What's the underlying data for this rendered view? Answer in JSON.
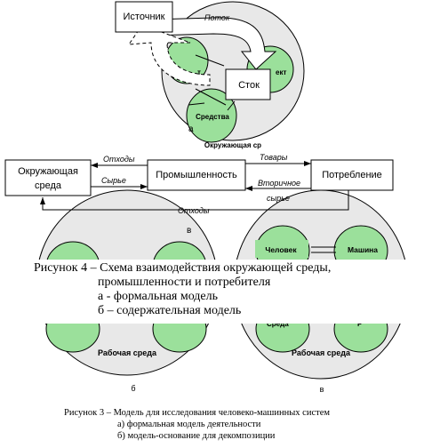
{
  "top_diagram": {
    "source": "Источник",
    "flow": "Поток",
    "object_partial": "ект",
    "object_partial_left": "т",
    "sink": "Сток",
    "means": "Средства",
    "label_a": "а",
    "env_partial": "Окружающая ср"
  },
  "main_diagram": {
    "environment": "Окружающая\nсреда",
    "environment_line1": "Окружающая",
    "environment_line2": "среда",
    "industry": "Промышленность",
    "consumption": "Потребление",
    "waste_top": "Отходы",
    "raw_materials": "Сырье",
    "goods": "Товары",
    "secondary_line1": "Вторичное",
    "secondary_line2": "сырье",
    "waste_bottom": "Отходы",
    "label_v_top": "в"
  },
  "lower_diagrams": {
    "human": "Человек",
    "machine": "Машина",
    "workplace_left": "Рабочая среда",
    "workplace_right": "Рабочая среда",
    "label_b": "б",
    "label_v": "в",
    "partial_left": "Среда",
    "partial_right": "Р"
  },
  "caption4": {
    "line1": "Рисунок 4 – Схема взаимодействия окружающей среды,",
    "line2": "промышленности и потребителя",
    "line3": "а - формальная модель",
    "line4": "б – содержательная модель"
  },
  "caption3": {
    "line1": "Рисунок 3 – Модель для исследования человеко-машинных систем",
    "line2": "а) формальная модель деятельности",
    "line3": "б) модель-основание для декомпозиции"
  },
  "colors": {
    "circle_fill": "#e8e8e8",
    "inner_fill": "#9be09b",
    "line": "#000000"
  }
}
